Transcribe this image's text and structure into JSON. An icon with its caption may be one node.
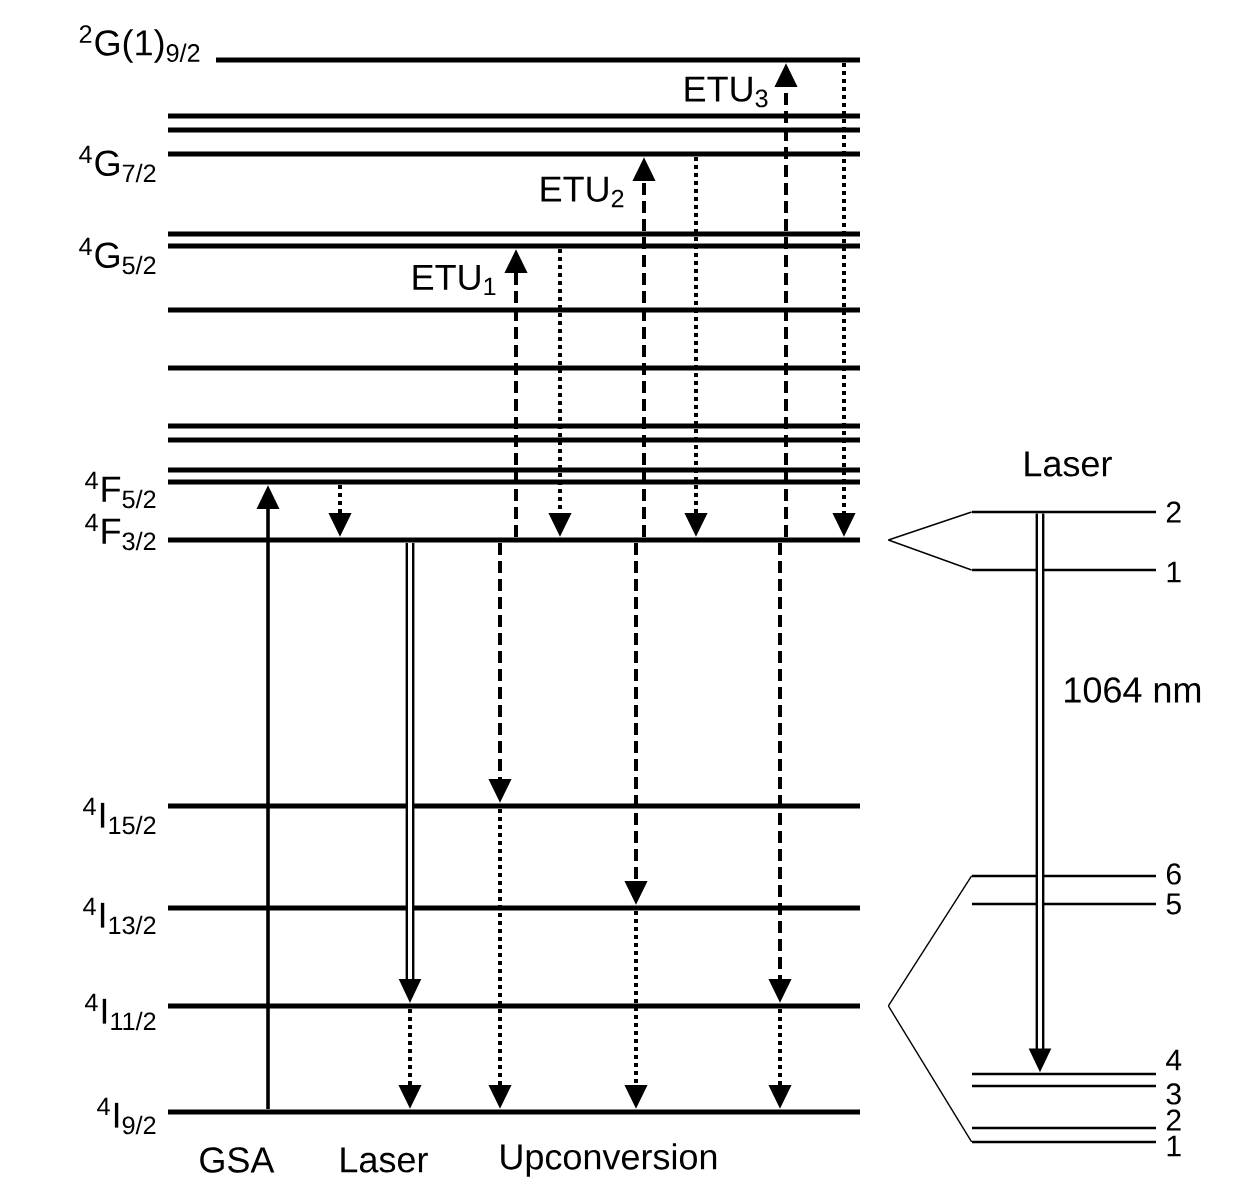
{
  "diagram": {
    "nodes": [
      {
        "text": [
          "$^{2}$G(1)$_{9/2}$"
        ]
      },
      {
        "text": [],
        "shape": "bar"
      },
      {
        "text": [],
        "shape": "bar"
      },
      {
        "text": [
          "$^{4}$G$_{7/2}$"
        ]
      },
      {
        "text": [],
        "shape": "bar"
      },
      {
        "text": [
          "$^{4}$G$_{5/2}$"
        ]
      },
      {
        "text": [],
        "shape": "bar"
      },
      {
        "text": [],
        "shape": "bar"
      },
      {
        "text": [],
        "shape": "bar"
      },
      {
        "text": [],
        "shape": "bar"
      },
      {
        "text": [],
        "shape": "bar"
      },
      {
        "text": [
          "$^{4}$F$_{5/2}$"
        ]
      },
      {
        "text": [
          "$^{4}$F$_{3/2}$"
        ]
      },
      {
        "text": [
          "$^{4}$I$_{15/2}$"
        ]
      },
      {
        "text": [
          "$^{4}$I$_{13/2}$"
        ]
      },
      {
        "text": [
          "$^{4}$I$_{11/2}$"
        ]
      },
      {
        "text": [
          "$^{4}$I$_{9/2}$"
        ]
      },
      {
        "text": [
          "2"
        ]
      },
      {
        "text": [
          "1"
        ]
      },
      {
        "text": [
          "6"
        ]
      },
      {
        "text": [
          "5"
        ]
      },
      {
        "text": [
          "4"
        ]
      },
      {
        "text": [
          "3"
        ]
      },
      {
        "text": [
          "2"
        ]
      },
      {
        "text": [
          "1"
        ]
      }
    ],
    "edges": [
      {
        "from": 16,
        "to": 11,
        "arrow": "to"
      },
      {
        "from": 11,
        "to": 12,
        "arrow": "to",
        "style": "dashed"
      },
      {
        "from": 12,
        "to": 15,
        "arrow": "to",
        "style": "thick"
      },
      {
        "from": 15,
        "to": 16,
        "arrow": "to",
        "style": "dashed"
      },
      {
        "from": 12,
        "to": 5,
        "arrow": "to",
        "style": "dashed",
        "label": "ETU$_{1}$"
      },
      {
        "from": 12,
        "to": 13,
        "arrow": "to",
        "style": "dashed"
      },
      {
        "from": 13,
        "to": 16,
        "arrow": "to",
        "style": "dashed"
      },
      {
        "from": 5,
        "to": 12,
        "arrow": "to",
        "style": "dashed"
      },
      {
        "from": 12,
        "to": 3,
        "arrow": "to",
        "style": "dashed",
        "label": "ETU$_{2}$"
      },
      {
        "from": 12,
        "to": 14,
        "arrow": "to",
        "style": "dashed"
      },
      {
        "from": 14,
        "to": 16,
        "arrow": "to",
        "style": "dashed"
      },
      {
        "from": 3,
        "to": 12,
        "arrow": "to",
        "style": "dashed"
      },
      {
        "from": 12,
        "to": 0,
        "arrow": "to",
        "style": "dashed",
        "label": "ETU$_{3}$"
      },
      {
        "from": 12,
        "to": 15,
        "arrow": "to",
        "style": "dashed"
      },
      {
        "from": 15,
        "to": 16,
        "arrow": "to",
        "style": "dashed"
      },
      {
        "from": 0,
        "to": 12,
        "arrow": "to",
        "style": "dashed"
      },
      {
        "from": 17,
        "to": 21,
        "arrow": "to",
        "style": "thick",
        "label": "1064 nm"
      },
      {
        "from": 12,
        "to": 17,
        "arrow": "none"
      },
      {
        "from": 12,
        "to": 18,
        "arrow": "none"
      },
      {
        "from": 15,
        "to": 19,
        "arrow": "none"
      },
      {
        "from": 15,
        "to": 24,
        "arrow": "none"
      }
    ],
    "labels": [
      "Laser",
      "GSA",
      "Laser",
      "Upconversion"
    ]
  }
}
